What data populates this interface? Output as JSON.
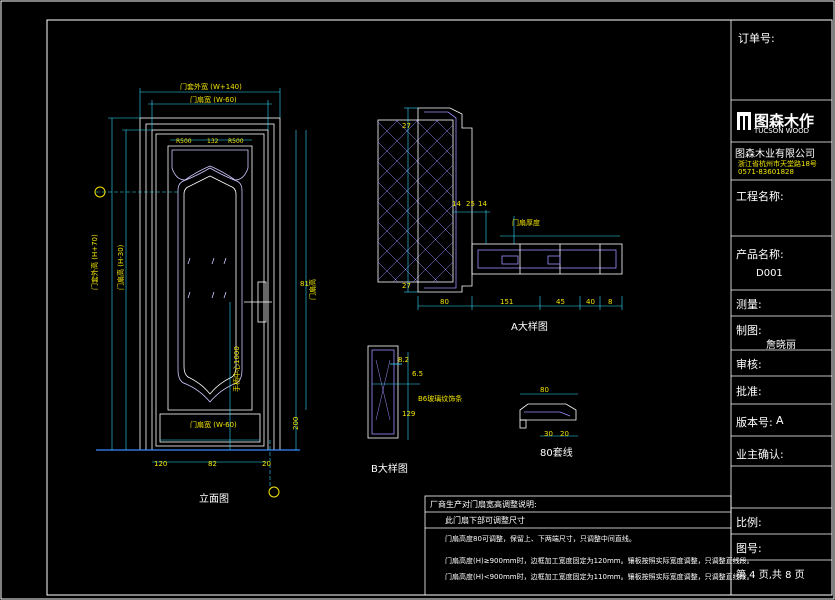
{
  "title_block": {
    "order_no_label": "订单号:",
    "brand_cn": "图森木作",
    "brand_en": "TUCSON WOOD",
    "company": "图森木业有限公司",
    "address": "浙江省杭州市天堂路18号",
    "phone": "0571-83601828",
    "project_label": "工程名称:",
    "product_label": "产品名称:",
    "product_value": "D001",
    "measure_label": "测量:",
    "drafter_label": "制图:",
    "drafter_value": "詹晓丽",
    "review_label": "审核:",
    "approve_label": "批准:",
    "version_label": "版本号:",
    "version_value": "A",
    "owner_label": "业主确认:",
    "scale_label": "比例:",
    "drawing_no_label": "图号:",
    "page_label": "第 4 页,共 8 页"
  },
  "elevation": {
    "title": "立面图",
    "dim_top_outer": "门套外宽 (W+140)",
    "dim_top_inner": "门扇宽 (W-60)",
    "dim_bottom": "门扇宽 (W-60)",
    "dim_left_outer": "门套外高 (H+70)",
    "dim_left_inner": "门扇高 (H-30)",
    "dim_right": "81",
    "dim_right_label": "门扇高",
    "dim_bottom_left": "120",
    "dim_bottom_mid": "82",
    "dim_bottom_right": "20",
    "dim_right_low": "200",
    "handle_dim": "手柄中心1000",
    "panel_labels": [
      "R500",
      "132",
      "R500"
    ]
  },
  "detail_a": {
    "title": "A大样图",
    "dims": [
      "80",
      "151",
      "45",
      "40",
      "8"
    ],
    "labels": [
      "门扇厚度"
    ],
    "side_dims": [
      "27",
      "27",
      "14",
      "25",
      "14"
    ]
  },
  "detail_b": {
    "title": "B大样图",
    "dims": [
      "8.2",
      "129",
      "6.5"
    ],
    "note": "B6玻璃纹饰条"
  },
  "detail_trim": {
    "title": "80套线",
    "dims": [
      "80",
      "30",
      "20"
    ]
  },
  "notes": {
    "heading": "厂商生产对门扇宽高调整说明:",
    "sub": "此门扇下部可调整尺寸",
    "lines": [
      "门扇高度80可调整，保留上、下两端尺寸，只调整中间直线。",
      "门扇高度(H)≥900mm时，边框加工宽度固定为120mm。镶板按照实际宽度调整，只调整直线段。",
      "门扇高度(H)<900mm时，边框加工宽度固定为110mm。镶板按照实际宽度调整，只调整直线段。"
    ]
  }
}
